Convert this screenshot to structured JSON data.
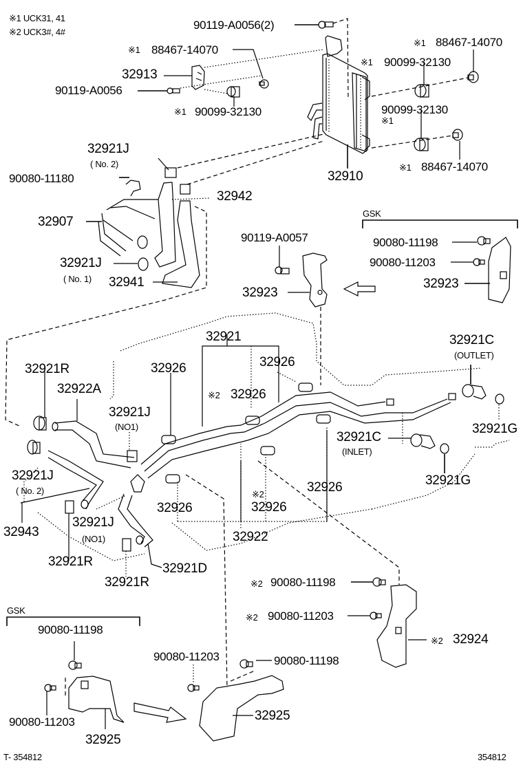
{
  "notes": {
    "note1": "※1  UCK31, 41",
    "note2": "※2  UCK3#, 4#"
  },
  "mark1": "※1",
  "mark2": "※2",
  "labels": {
    "bolt_a0056_2": "90119-A0056(2)",
    "cap_88467_top_left": "88467-14070",
    "bracket_32913": "32913",
    "bolt_a0056": "90119-A0056",
    "grommet_90099_left": "90099-32130",
    "cap_88467_top_right": "88467-14070",
    "grommet_90099_upper_right": "90099-32130",
    "grommet_90099_lower_right": "90099-32130",
    "cap_88467_lower_right": "88467-14070",
    "cooler_32910": "32910",
    "clamp_32921J_no2_top": "32921J",
    "clamp_no2_top_sub": "( No. 2)",
    "bolt_11180": "90080-11180",
    "hose_32942": "32942",
    "pipe_32907": "32907",
    "clamp_32921J_no1_top": "32921J",
    "clamp_no1_top_sub": "( No. 1)",
    "hose_32941": "32941",
    "bolt_a0057": "90119-A0057",
    "bracket_32923_left": "32923",
    "gsk_top": "GSK",
    "gsk_bolt_11198": "90080-11198",
    "gsk_bolt_11203": "90080-11203",
    "gsk_bracket_32923": "32923",
    "tube_32921": "32921",
    "clamp_32921R_top": "32921R",
    "hose_32922A": "32922A",
    "clamp_32926_a": "32926",
    "clamp_32926_b": "32926",
    "clamp_32926_c": "32926",
    "clamp_32921J_no1_mid": "32921J",
    "clamp_no1_mid_sub": "(NO1)",
    "union_32921C_outlet": "32921C",
    "outlet_sub": "(OUTLET)",
    "oring_32921G_top": "32921G",
    "union_32921C_inlet": "32921C",
    "inlet_sub": "(INLET)",
    "oring_32921G_bottom": "32921G",
    "clamp_32921J_no2_left": "32921J",
    "clamp_no2_left_sub": "( No. 2)",
    "clamp_32926_d": "32926",
    "clamp_32926_e": "32926",
    "clamp_32926_f": "32926",
    "hose_32943": "32943",
    "clamp_32921J_no1_low": "32921J",
    "clamp_no1_low_sub": "(NO1)",
    "tube_32922": "32922",
    "clamp_32921R_mid": "32921R",
    "hose_32921D": "32921D",
    "clamp_32921R_low": "32921R",
    "bolt_11198_right": "90080-11198",
    "bolt_11203_right": "90080-11203",
    "bracket_32924": "32924",
    "gsk_bottom": "GSK",
    "gsk_bottom_bolt_11198": "90080-11198",
    "gsk_bottom_bolt_11203": "90080-11203",
    "gsk_bottom_bracket_32925": "32925",
    "bolt_11203_center": "90080-11203",
    "bolt_11198_center": "90080-11198",
    "bracket_32925_center": "32925"
  },
  "footer": {
    "left_code": "T- 354812",
    "right_code": "354812"
  }
}
